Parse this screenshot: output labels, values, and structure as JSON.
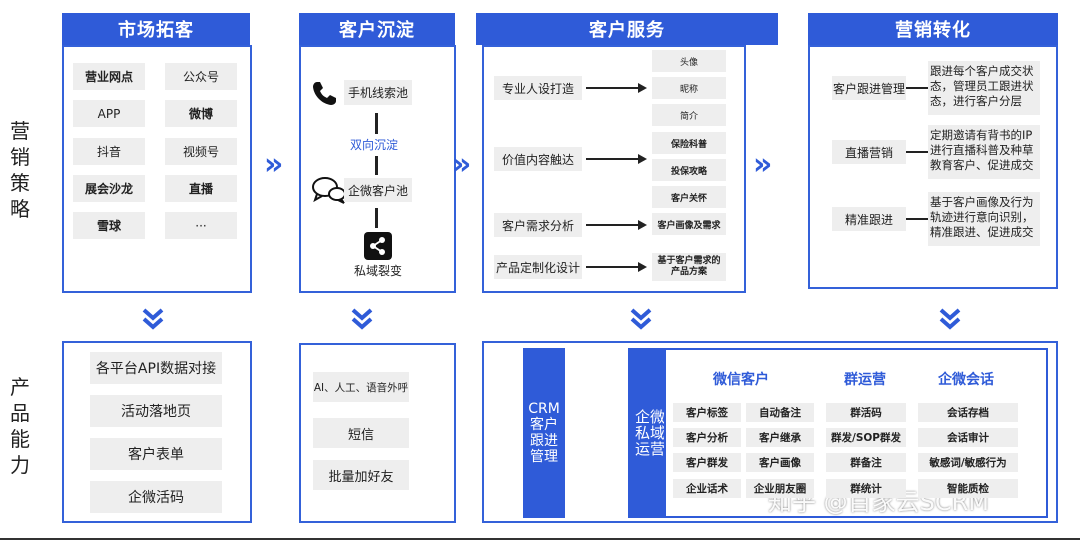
{
  "side_labels": {
    "strategy": "营销策略",
    "capability": "产品能力"
  },
  "columns": {
    "market": {
      "title": "市场拓客",
      "chips": [
        "营业网点",
        "公众号",
        "APP",
        "微博",
        "抖音",
        "视频号",
        "展会沙龙",
        "直播",
        "雪球",
        "···"
      ],
      "capabilities": [
        "各平台API数据对接",
        "活动落地页",
        "客户表单",
        "企微活码"
      ]
    },
    "settle": {
      "title": "客户沉淀",
      "phone_pool": "手机线索池",
      "bidirectional": "双向沉淀",
      "wecom_pool": "企微客户池",
      "fission": "私域裂变",
      "capabilities": [
        "AI、人工、语音外呼",
        "短信",
        "批量加好友"
      ]
    },
    "service": {
      "title": "客户服务",
      "rows": [
        {
          "label": "专业人设打造",
          "outputs": [
            "头像",
            "昵称",
            "简介"
          ]
        },
        {
          "label": "价值内容触达",
          "outputs": [
            "保险科普",
            "投保攻略",
            "客户关怀"
          ]
        },
        {
          "label": "客户需求分析",
          "outputs": [
            "客户画像及需求"
          ]
        },
        {
          "label": "产品定制化设计",
          "outputs": [
            "基于客户需求的产品方案"
          ]
        }
      ],
      "capability_bars": {
        "crm": "CRM客户跟进管理",
        "wecom": "企微私域运营"
      },
      "groups": [
        {
          "title": "微信客户",
          "items": [
            "客户标签",
            "自动备注",
            "客户分析",
            "客户继承",
            "客户群发",
            "客户画像",
            "企业话术",
            "企业朋友圈"
          ]
        },
        {
          "title": "群运营",
          "items": [
            "群活码",
            "群发/SOP群发",
            "群备注",
            "群统计"
          ]
        },
        {
          "title": "企微会话",
          "items": [
            "会话存档",
            "会话审计",
            "敏感词/敏感行为",
            "智能质检"
          ]
        }
      ]
    },
    "convert": {
      "title": "营销转化",
      "rows": [
        {
          "label": "客户跟进管理",
          "desc": "跟进每个客户成交状态，管理员工跟进状态，进行客户分层"
        },
        {
          "label": "直播营销",
          "desc": "定期邀请有背书的IP进行直播科普及种草教育客户、促进成交"
        },
        {
          "label": "精准跟进",
          "desc": "基于客户画像及行为轨迹进行意向识别，精准跟进、促进成交"
        }
      ]
    }
  },
  "watermark": "知乎 @百家云SCRM",
  "colors": {
    "accent": "#2f5bd8",
    "chip": "#eeeeee"
  },
  "icons": [
    "phone-icon",
    "wechat-icon",
    "share-icon",
    "double-chevron-right-icon",
    "double-chevron-down-icon"
  ]
}
